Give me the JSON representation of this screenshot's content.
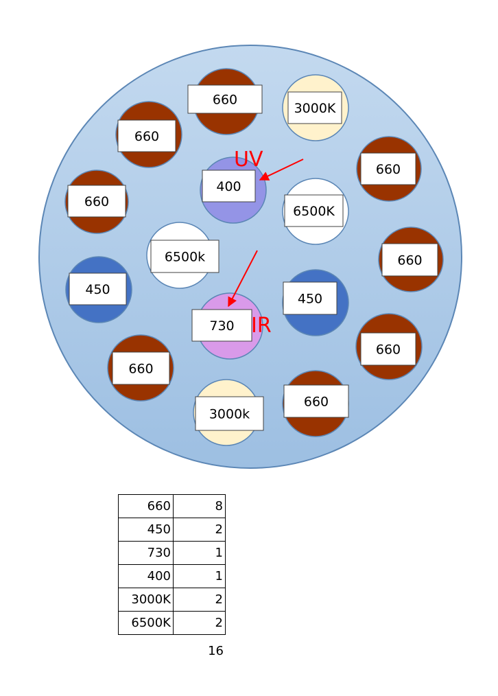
{
  "colors": {
    "housing_top": "#c3d9ef",
    "housing_bottom": "#9dbfe2",
    "housing_stroke": "#5b86b5",
    "red_660": "#993300",
    "blue_450": "#4472c4",
    "uv_400": "#9494e6",
    "ir_730": "#d99ae9",
    "warm_3000k": "#fff2cc",
    "cool_6500k": "#ffffff",
    "annotation": "#ff0000"
  },
  "leds": [
    {
      "label": "660",
      "type": "red_660"
    },
    {
      "label": "3000K",
      "type": "warm_3000k"
    },
    {
      "label": "660",
      "type": "red_660"
    },
    {
      "label": "660",
      "type": "red_660"
    },
    {
      "label": "400",
      "type": "uv_400"
    },
    {
      "label": "6500K",
      "type": "cool_6500k"
    },
    {
      "label": "660",
      "type": "red_660"
    },
    {
      "label": "6500k",
      "type": "cool_6500k"
    },
    {
      "label": "660",
      "type": "red_660"
    },
    {
      "label": "450",
      "type": "blue_450"
    },
    {
      "label": "450",
      "type": "blue_450"
    },
    {
      "label": "730",
      "type": "ir_730"
    },
    {
      "label": "660",
      "type": "red_660"
    },
    {
      "label": "660",
      "type": "red_660"
    },
    {
      "label": "3000k",
      "type": "warm_3000k"
    },
    {
      "label": "660",
      "type": "red_660"
    }
  ],
  "annotations": {
    "uv": "UV",
    "ir": "IR"
  },
  "table": {
    "rows": [
      {
        "wavelength": "660",
        "count": "8"
      },
      {
        "wavelength": "450",
        "count": "2"
      },
      {
        "wavelength": "730",
        "count": "1"
      },
      {
        "wavelength": "400",
        "count": "1"
      },
      {
        "wavelength": "3000K",
        "count": "2"
      },
      {
        "wavelength": "6500K",
        "count": "2"
      }
    ],
    "total": "16"
  }
}
